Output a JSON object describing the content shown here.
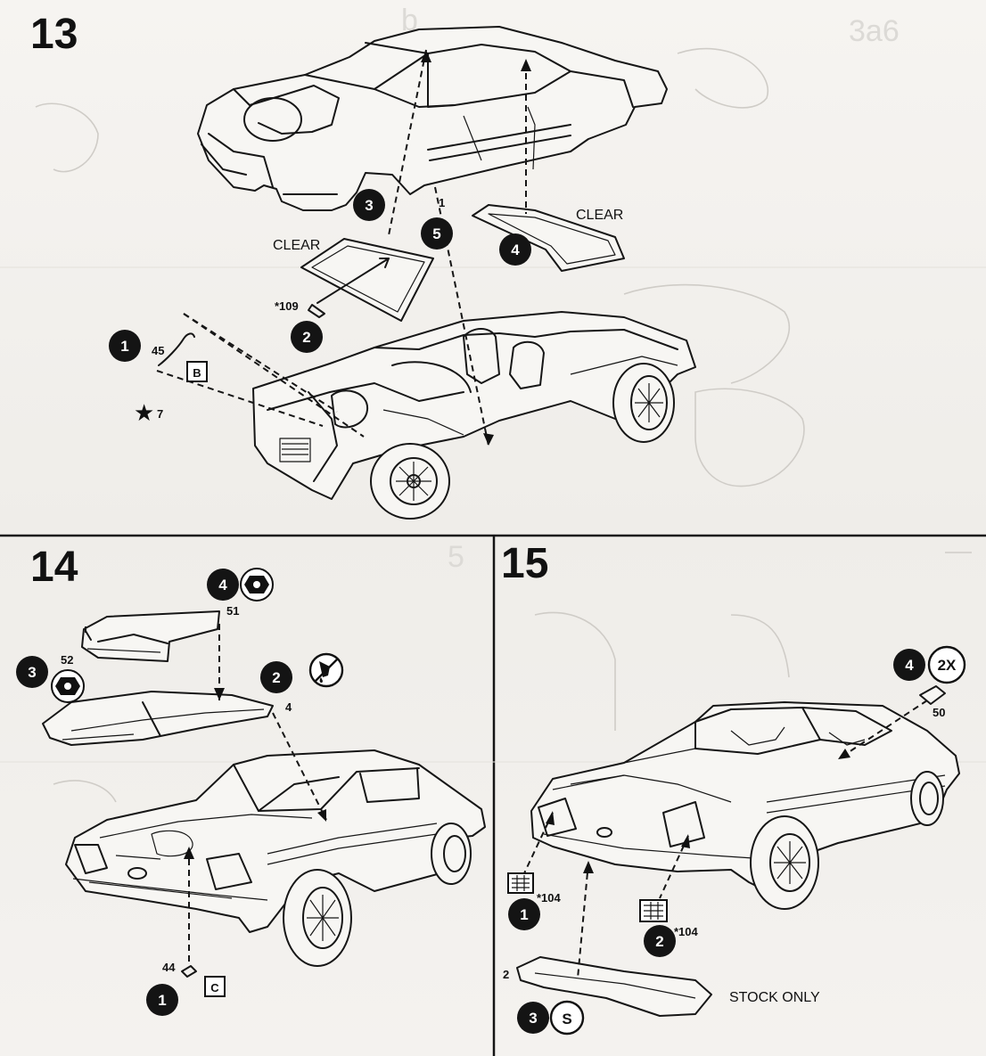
{
  "steps": [
    {
      "number": "13",
      "labels": {
        "clear_1": "CLEAR",
        "clear_2": "CLEAR",
        "part_109": "*109",
        "part_45": "45",
        "part_1": "1",
        "star_7": "7"
      },
      "callouts": [
        "1",
        "2",
        "3",
        "4",
        "5"
      ],
      "boxed_letter": "B"
    },
    {
      "number": "14",
      "labels": {
        "part_51": "51",
        "part_52": "52",
        "part_4": "4",
        "part_44": "44"
      },
      "callouts": [
        "1",
        "2",
        "3",
        "4"
      ],
      "boxed_letter": "C"
    },
    {
      "number": "15",
      "labels": {
        "part_104a": "*104",
        "part_104b": "*104",
        "part_50": "50",
        "part_2": "2",
        "stock_only": "STOCK ONLY"
      },
      "callouts": [
        "1",
        "2",
        "3",
        "4"
      ],
      "ring_labels": {
        "qty": "2X",
        "stock": "S"
      }
    }
  ],
  "icons": [
    "hex-nut-icon",
    "no-glue-icon",
    "star-icon",
    "arrow-icon"
  ]
}
